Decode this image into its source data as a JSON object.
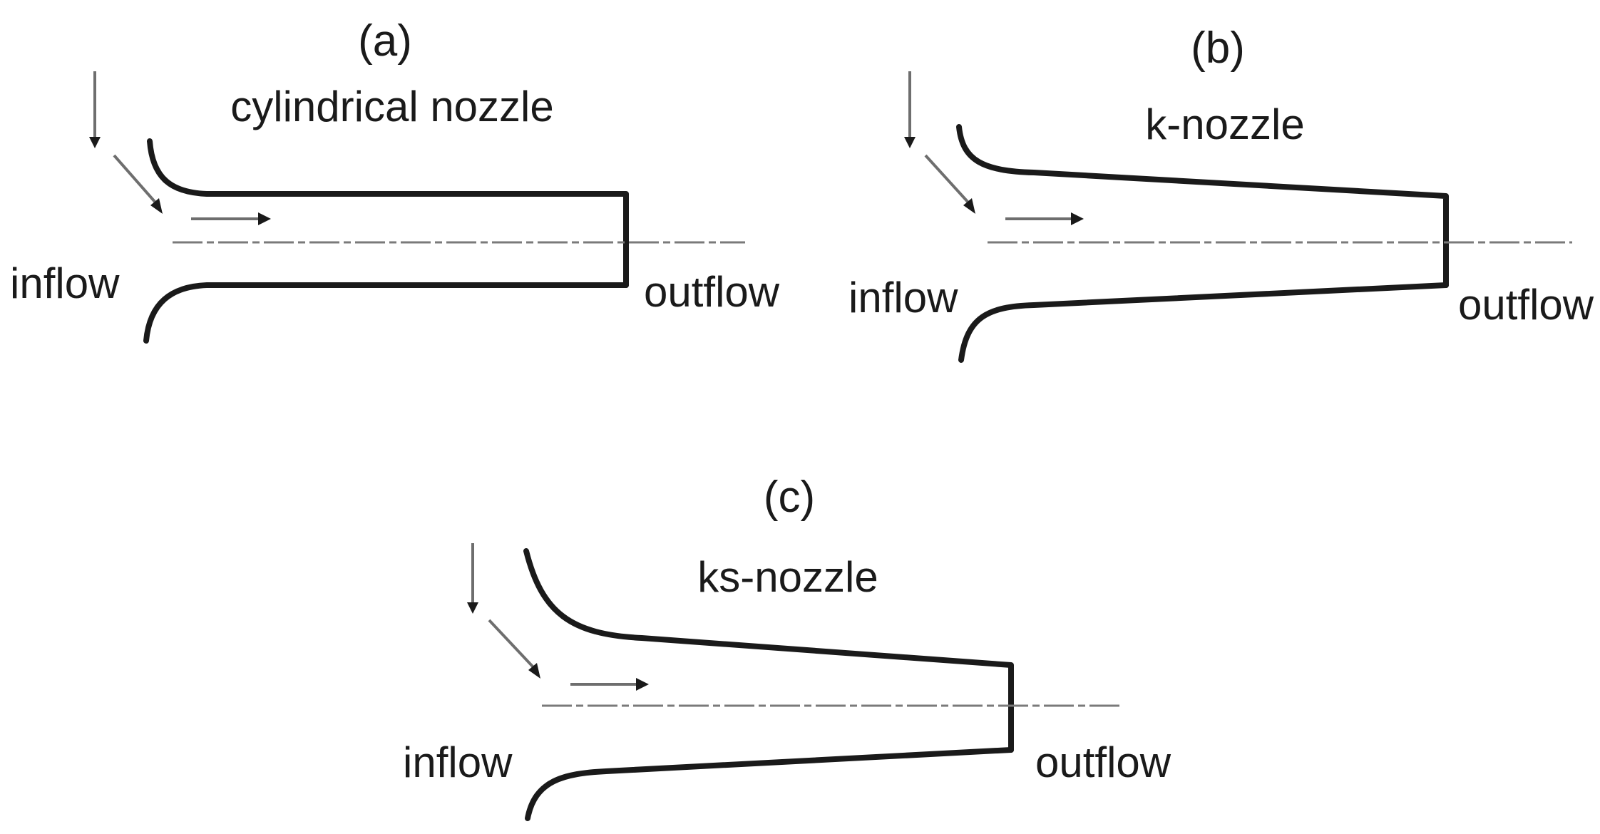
{
  "panels": [
    {
      "letter": "(a)",
      "title": "cylindrical nozzle",
      "inflow": "inflow",
      "outflow": "outflow"
    },
    {
      "letter": "(b)",
      "title": "k-nozzle",
      "inflow": "inflow",
      "outflow": "outflow"
    },
    {
      "letter": "(c)",
      "title": "ks-nozzle",
      "inflow": "inflow",
      "outflow": "outflow"
    }
  ],
  "colors": {
    "wall": "#1a1a1a",
    "axis": "#7a7a7a",
    "arrow": "#6e6e6e"
  }
}
